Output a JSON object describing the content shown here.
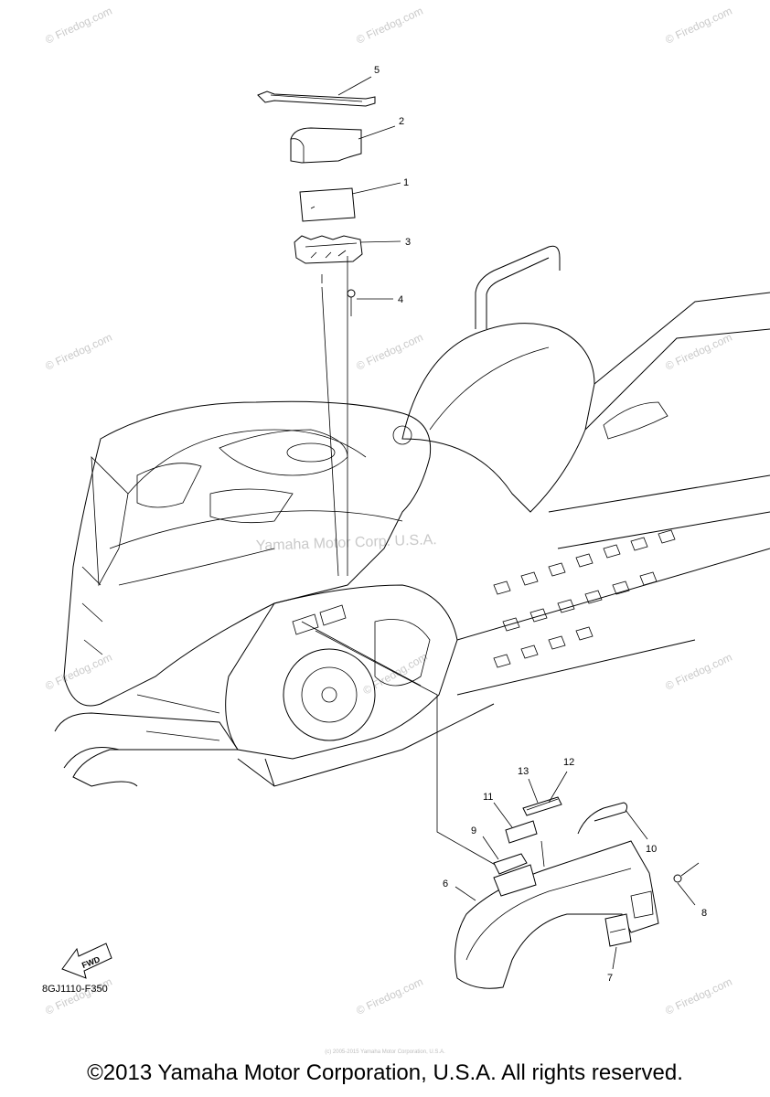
{
  "callouts": [
    "1",
    "2",
    "3",
    "4",
    "5",
    "6",
    "7",
    "8",
    "9",
    "10",
    "11",
    "12",
    "13"
  ],
  "diagram_code": "8GJ1110-F350",
  "fwd_label": "FWD",
  "watermark_site": "© Firedog.com",
  "watermark_center": "Yamaha Motor Corp. U.S.A.",
  "watermark_small": "(c) 2005-2015 Yamaha Motor Corporation, U.S.A.",
  "copyright": "©2013 Yamaha Motor Corporation, U.S.A. All rights reserved."
}
